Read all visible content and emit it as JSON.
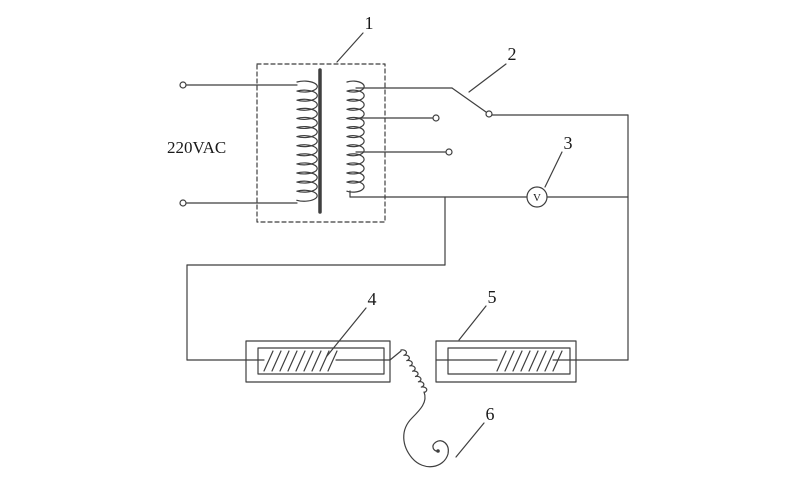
{
  "diagram": {
    "source_label": "220VAC",
    "voltmeter_symbol": "V",
    "callouts": {
      "transformer": "1",
      "tap_switch": "2",
      "voltmeter": "3",
      "left_coil": "4",
      "right_coil": "5",
      "sample_wire": "6"
    },
    "colors": {
      "line": "#3f3f3f",
      "background": "#ffffff"
    }
  }
}
